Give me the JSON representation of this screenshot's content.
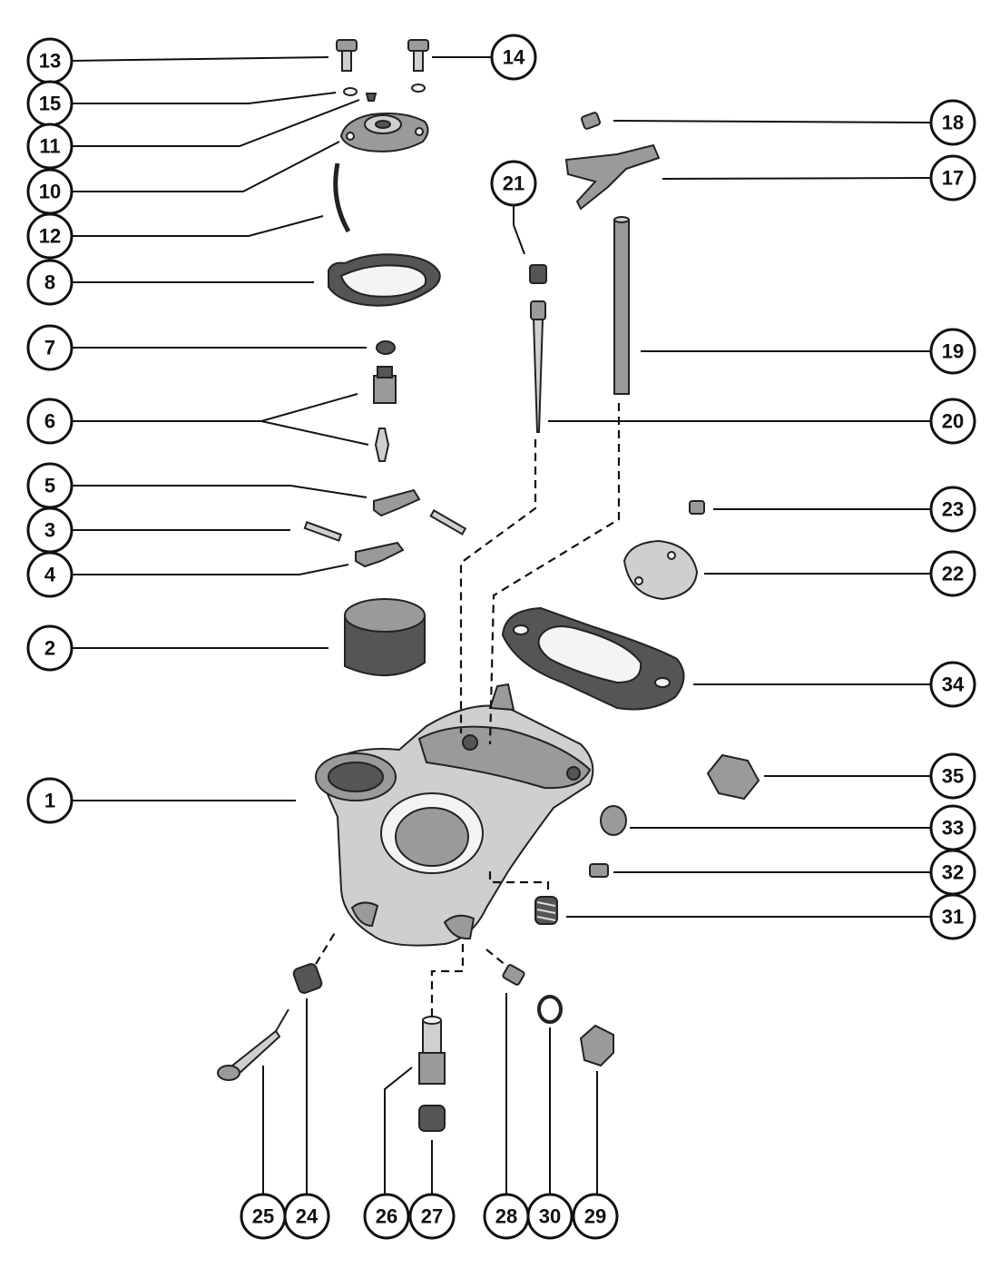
{
  "callouts": [
    {
      "id": "13",
      "label": "13"
    },
    {
      "id": "15",
      "label": "15"
    },
    {
      "id": "11",
      "label": "11"
    },
    {
      "id": "10",
      "label": "10"
    },
    {
      "id": "12",
      "label": "12"
    },
    {
      "id": "8",
      "label": "8"
    },
    {
      "id": "7",
      "label": "7"
    },
    {
      "id": "6",
      "label": "6"
    },
    {
      "id": "5",
      "label": "5"
    },
    {
      "id": "3",
      "label": "3"
    },
    {
      "id": "4",
      "label": "4"
    },
    {
      "id": "2",
      "label": "2"
    },
    {
      "id": "1",
      "label": "1"
    },
    {
      "id": "14",
      "label": "14"
    },
    {
      "id": "18",
      "label": "18"
    },
    {
      "id": "17",
      "label": "17"
    },
    {
      "id": "21",
      "label": "21"
    },
    {
      "id": "19",
      "label": "19"
    },
    {
      "id": "20",
      "label": "20"
    },
    {
      "id": "23",
      "label": "23"
    },
    {
      "id": "22",
      "label": "22"
    },
    {
      "id": "34",
      "label": "34"
    },
    {
      "id": "35",
      "label": "35"
    },
    {
      "id": "33",
      "label": "33"
    },
    {
      "id": "32",
      "label": "32"
    },
    {
      "id": "31",
      "label": "31"
    },
    {
      "id": "25",
      "label": "25"
    },
    {
      "id": "24",
      "label": "24"
    },
    {
      "id": "26",
      "label": "26"
    },
    {
      "id": "27",
      "label": "27"
    },
    {
      "id": "28",
      "label": "28"
    },
    {
      "id": "30",
      "label": "30"
    },
    {
      "id": "29",
      "label": "29"
    }
  ]
}
